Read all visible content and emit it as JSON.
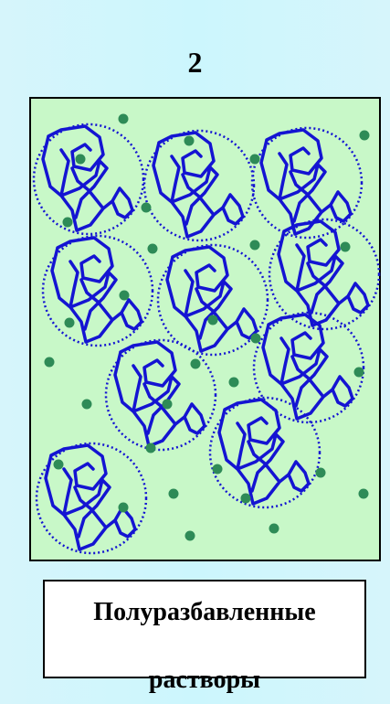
{
  "panel": {
    "number": "2"
  },
  "caption": {
    "line1": "Полуразбавленные",
    "line2": "растворы"
  },
  "colors": {
    "background": "#ccf6fd",
    "solution": "#c8f8c8",
    "chain": "#1414d2",
    "solvent_dot": "#2e8b57",
    "frame": "#000000"
  },
  "icons": {
    "coil": "polymer-coil-icon",
    "dot": "solvent-molecule-icon"
  }
}
